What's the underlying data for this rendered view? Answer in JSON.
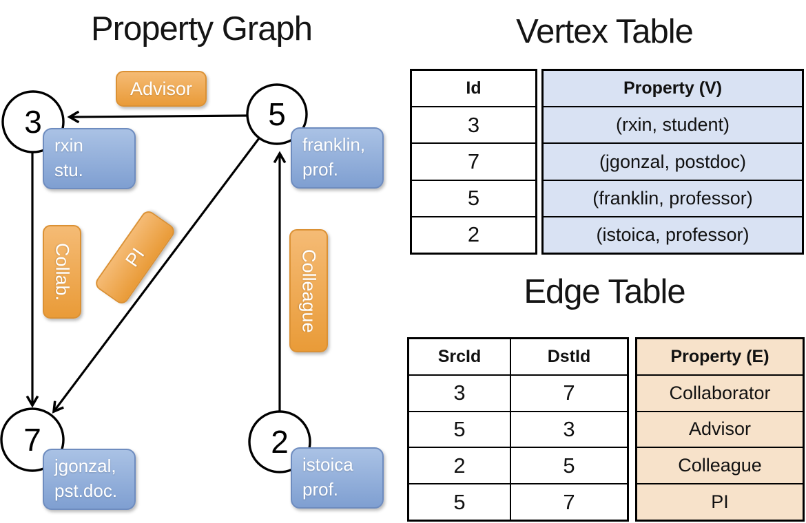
{
  "titles": {
    "graph": "Property Graph",
    "vertex_table": "Vertex Table",
    "edge_table": "Edge Table"
  },
  "graph": {
    "nodes": [
      {
        "id": "3",
        "property_lines": [
          "rxin",
          "stu."
        ]
      },
      {
        "id": "5",
        "property_lines": [
          "franklin,",
          "prof."
        ]
      },
      {
        "id": "7",
        "property_lines": [
          "jgonzal,",
          "pst.doc."
        ]
      },
      {
        "id": "2",
        "property_lines": [
          "istoica",
          "prof."
        ]
      }
    ],
    "edge_labels": {
      "advisor": "Advisor",
      "collab": "Collab.",
      "pi": "PI",
      "colleague": "Colleague"
    },
    "edges": [
      {
        "src": "5",
        "dst": "3",
        "label": "Advisor"
      },
      {
        "src": "3",
        "dst": "7",
        "label": "Collab."
      },
      {
        "src": "5",
        "dst": "7",
        "label": "PI"
      },
      {
        "src": "2",
        "dst": "5",
        "label": "Colleague"
      }
    ]
  },
  "vertex_table": {
    "headers": {
      "id": "Id",
      "property": "Property (V)"
    },
    "rows": [
      {
        "id": "3",
        "property": "(rxin, student)"
      },
      {
        "id": "7",
        "property": "(jgonzal, postdoc)"
      },
      {
        "id": "5",
        "property": "(franklin, professor)"
      },
      {
        "id": "2",
        "property": "(istoica, professor)"
      }
    ]
  },
  "edge_table": {
    "headers": {
      "src": "SrcId",
      "dst": "DstId",
      "property": "Property (E)"
    },
    "rows": [
      {
        "src": "3",
        "dst": "7",
        "property": "Collaborator"
      },
      {
        "src": "5",
        "dst": "3",
        "property": "Advisor"
      },
      {
        "src": "2",
        "dst": "5",
        "property": "Colleague"
      },
      {
        "src": "5",
        "dst": "7",
        "property": "PI"
      }
    ]
  },
  "colors": {
    "edge_label_orange": "#EFA64C",
    "vertex_label_blue": "#8FAEDC",
    "vertex_property_fill": "#D9E2F3",
    "edge_property_fill": "#F7E2CA",
    "line_color": "#000000",
    "text_on_labels": "#FFFFFF"
  }
}
